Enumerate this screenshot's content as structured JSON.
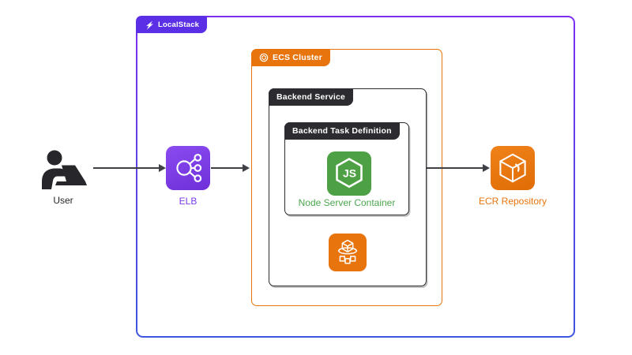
{
  "containers": {
    "localstack": {
      "label": "LocalStack",
      "tab_color": "#5A2FE5",
      "border_gradient_top": "#7B2FF2",
      "border_gradient_bottom": "#3D56DD"
    },
    "ecs_cluster": {
      "label": "ECS Cluster",
      "color": "#E8740E"
    },
    "backend_service": {
      "label": "Backend Service",
      "color": "#2B2B30"
    },
    "task_definition": {
      "label": "Backend Task Definition",
      "color": "#2B2B30"
    }
  },
  "nodes": {
    "user": {
      "label": "User",
      "label_color": "#26262B",
      "icon": "person-at-laptop-icon"
    },
    "elb": {
      "label": "ELB",
      "label_color": "#7C3AED",
      "icon": "load-balancer-icon",
      "icon_bg": "#7B3AE8"
    },
    "node_server": {
      "label": "Node Server Container",
      "label_color": "#4CA64F",
      "icon": "nodejs-icon",
      "icon_bg": "#4EA044",
      "icon_text": "JS"
    },
    "ecs_service": {
      "icon": "ecs-containers-icon",
      "icon_bg": "#E8740E"
    },
    "ecr": {
      "label": "ECR Repository",
      "label_color": "#E8740E",
      "icon": "ecr-cube-icon",
      "icon_bg": "#E8740E"
    }
  },
  "arrows": [
    {
      "name": "user-to-elb"
    },
    {
      "name": "elb-to-ecs-cluster"
    },
    {
      "name": "backend-service-to-ecr"
    }
  ],
  "arrow_color": "#3F3F46",
  "background": "#FFFFFF"
}
